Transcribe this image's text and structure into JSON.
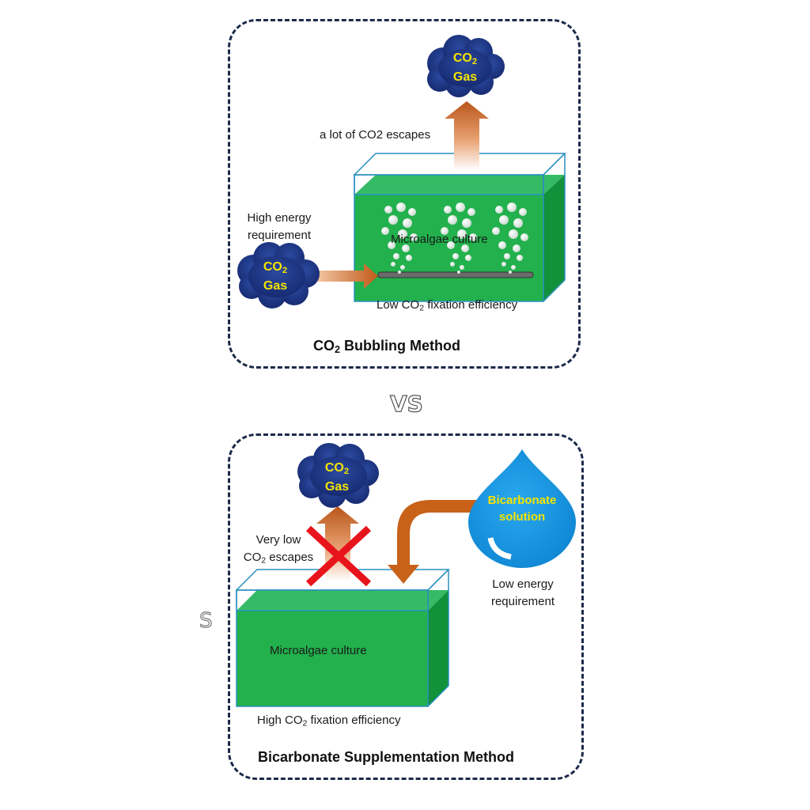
{
  "vs_label": "VS",
  "stray_glyph": "S",
  "top_panel": {
    "title_prefix": "CO",
    "title_sub": "2",
    "title_suffix": " Bubbling Method",
    "escape_label": "a lot of CO2 escapes",
    "energy_label_line1": "High energy",
    "energy_label_line2": "requirement",
    "culture_label": "Microalgae culture",
    "fixation_prefix": "Low CO",
    "fixation_sub": "2",
    "fixation_suffix": " fixation efficiency",
    "cloud_top": {
      "line1": "CO",
      "sub": "2",
      "line2": "Gas"
    },
    "cloud_left": {
      "line1": "CO",
      "sub": "2",
      "line2": "Gas"
    }
  },
  "bottom_panel": {
    "title": "Bicarbonate Supplementation Method",
    "escape_line1": "Very low",
    "escape_line2_prefix": "CO",
    "escape_line2_sub": "2",
    "escape_line2_suffix": " escapes",
    "bicarbonate_line1": "Bicarbonate",
    "bicarbonate_line2": "solution",
    "energy_label_line1": "Low energy",
    "energy_label_line2": "requirement",
    "culture_label": "Microalgae culture",
    "fixation_prefix": "High CO",
    "fixation_sub": "2",
    "fixation_suffix": " fixation efficiency",
    "cloud_top": {
      "line1": "CO",
      "sub": "2",
      "line2": "Gas"
    }
  },
  "colors": {
    "panel_border": "#1b2a4a",
    "tank_front": "#22b14c",
    "tank_top": "#3fc070",
    "tank_side": "#11913a",
    "cloud": "#1f3a8a",
    "cloud_text": "#f5e400",
    "arrow": "#c8621a",
    "cross": "#e8141c",
    "droplet": "#1a9be6"
  }
}
